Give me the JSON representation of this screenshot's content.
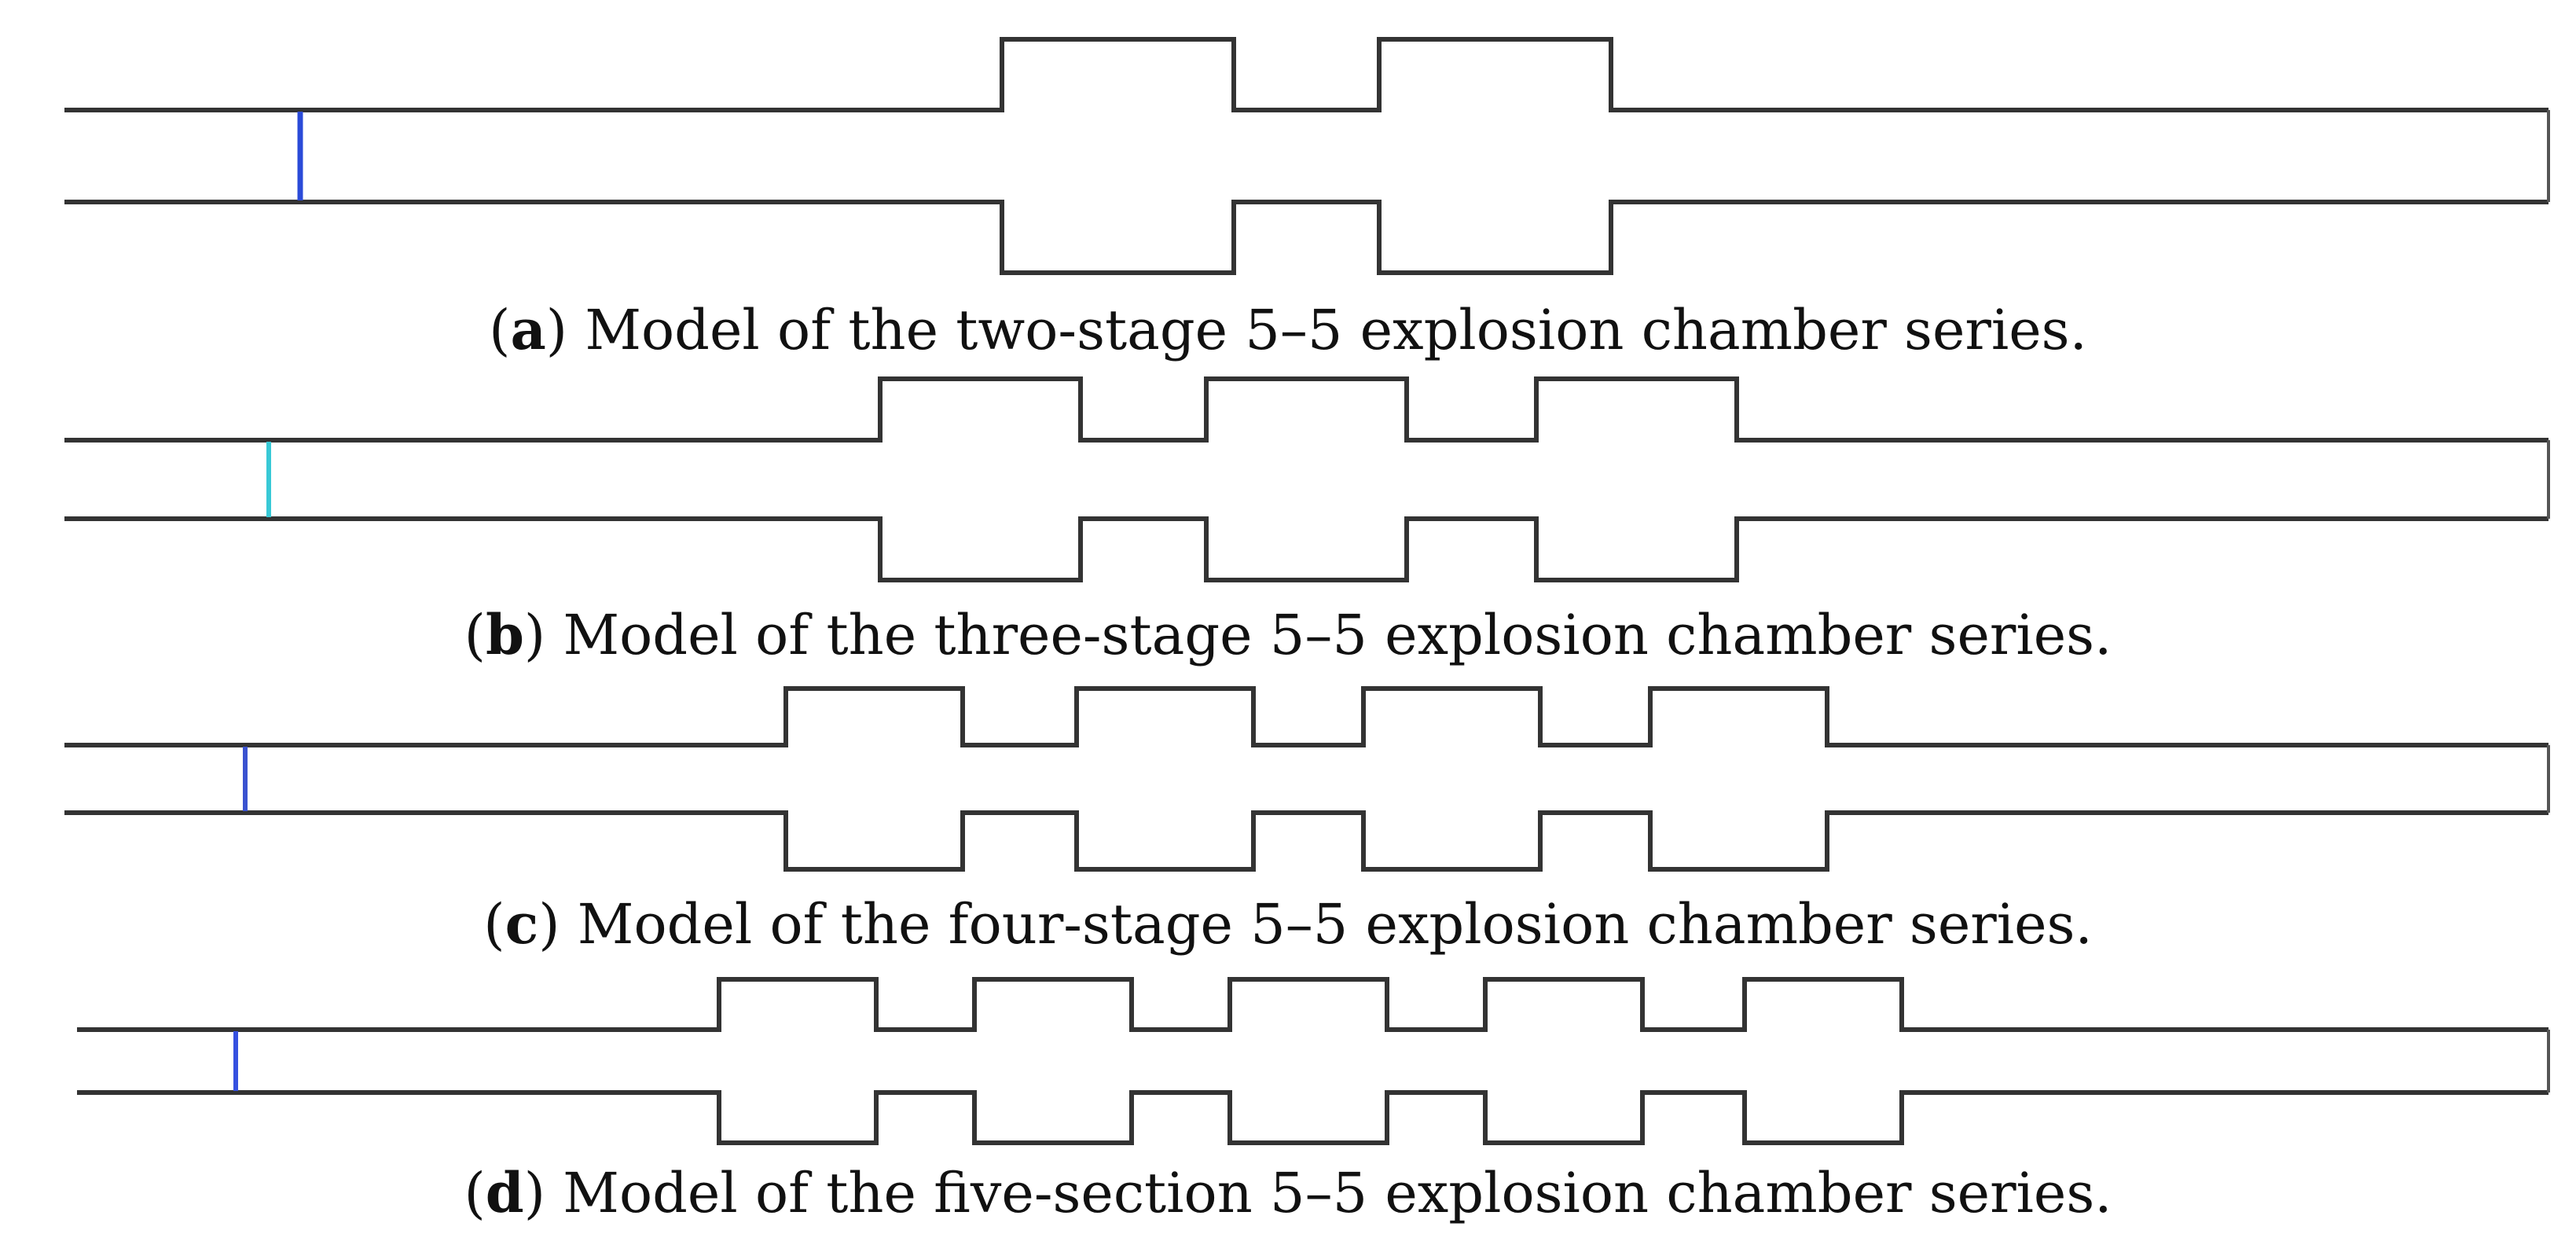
{
  "figure": {
    "panels": [
      {
        "letter": "a",
        "caption": "Model of the two-stage 5–5 explosion chamber series.",
        "stages": 2,
        "marker_color": "#2b4bd8"
      },
      {
        "letter": "b",
        "caption": "Model of the three-stage 5–5 explosion chamber series.",
        "stages": 3,
        "marker_color": "#38c9d6"
      },
      {
        "letter": "c",
        "caption": "Model of the four-stage 5–5 explosion chamber series.",
        "stages": 4,
        "marker_color": "#3a52d0"
      },
      {
        "letter": "d",
        "caption": "Model of the five-section 5–5 explosion chamber series.",
        "stages": 5,
        "marker_color": "#3550e0"
      }
    ],
    "colors": {
      "pipe_stroke": "#333333",
      "chamber_stroke": "#555555",
      "caption_text": "#111111"
    }
  }
}
